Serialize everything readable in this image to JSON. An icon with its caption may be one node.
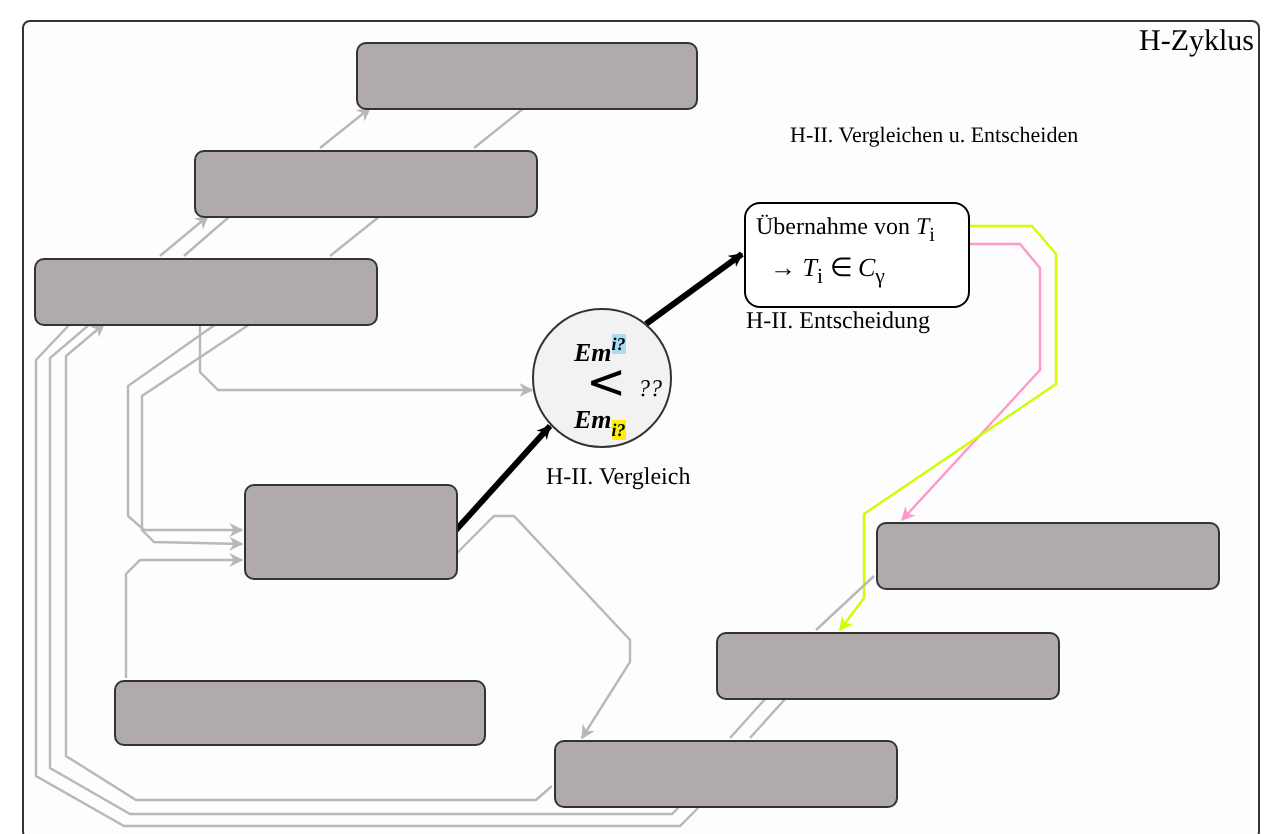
{
  "diagram": {
    "title": "H-Zyklus",
    "nodes": [
      {
        "text": [],
        "shape": "box"
      },
      {
        "text": [],
        "shape": "box",
        "in": 0
      },
      {
        "text": [],
        "shape": "box",
        "in": 0
      },
      {
        "text": [],
        "shape": "box",
        "in": 0
      },
      {
        "text": [
          "**Em**$^{i?}$",
          "<",
          "**Em**$_{i?}$",
          "??"
        ],
        "beside": [
          "H-II. Vergleich"
        ],
        "in": 0
      },
      {
        "text": [
          "Übernahme von *T*$_{i}$",
          "→ *T*$_{i}$ ∈ *C*$_{γ}$"
        ],
        "beside": [
          "H-II. Entscheidung"
        ],
        "in": 0
      },
      {
        "text": [],
        "shape": "box",
        "in": 0
      },
      {
        "text": [],
        "shape": "box",
        "in": 0
      },
      {
        "text": [],
        "shape": "box",
        "in": 0
      },
      {
        "text": [],
        "shape": "box",
        "in": 0
      },
      {
        "text": [],
        "shape": "box",
        "in": 0
      }
    ],
    "edges": [
      {
        "from": 2,
        "to": 1,
        "arrow": "to"
      },
      {
        "from": 3,
        "to": 2,
        "arrow": "to"
      },
      {
        "from": 3,
        "to": 2,
        "arrow": "none"
      },
      {
        "from": 2,
        "to": 1,
        "arrow": "none"
      },
      {
        "from": 3,
        "to": 2,
        "arrow": "none"
      },
      {
        "from": 3,
        "to": 4,
        "arrow": "to"
      },
      {
        "from": 3,
        "to": 6,
        "arrow": "to"
      },
      {
        "from": 3,
        "to": 6,
        "arrow": "to"
      },
      {
        "from": 9,
        "to": 6,
        "arrow": "to"
      },
      {
        "from": 6,
        "to": 4,
        "arrow": "to",
        "style": "thick",
        "color": "#000000"
      },
      {
        "from": 4,
        "to": 5,
        "arrow": "to",
        "style": "thick",
        "color": "#000000"
      },
      {
        "from": 5,
        "to": 7,
        "arrow": "to",
        "color": "#ff99cc"
      },
      {
        "from": 5,
        "to": 8,
        "arrow": "to",
        "color": "#ccff00"
      },
      {
        "from": 6,
        "to": 10,
        "arrow": "to"
      },
      {
        "from": 10,
        "to": 3,
        "arrow": "to"
      },
      {
        "from": 7,
        "to": 8,
        "arrow": "none"
      },
      {
        "from": 8,
        "to": 10,
        "arrow": "none"
      },
      {
        "from": 8,
        "to": 10,
        "arrow": "none"
      },
      {
        "from": 10,
        "to": 3,
        "arrow": "none"
      },
      {
        "from": 10,
        "to": 3,
        "arrow": "none"
      }
    ],
    "labels": [
      "H-II. Vergleichen u. Entscheiden"
    ]
  }
}
